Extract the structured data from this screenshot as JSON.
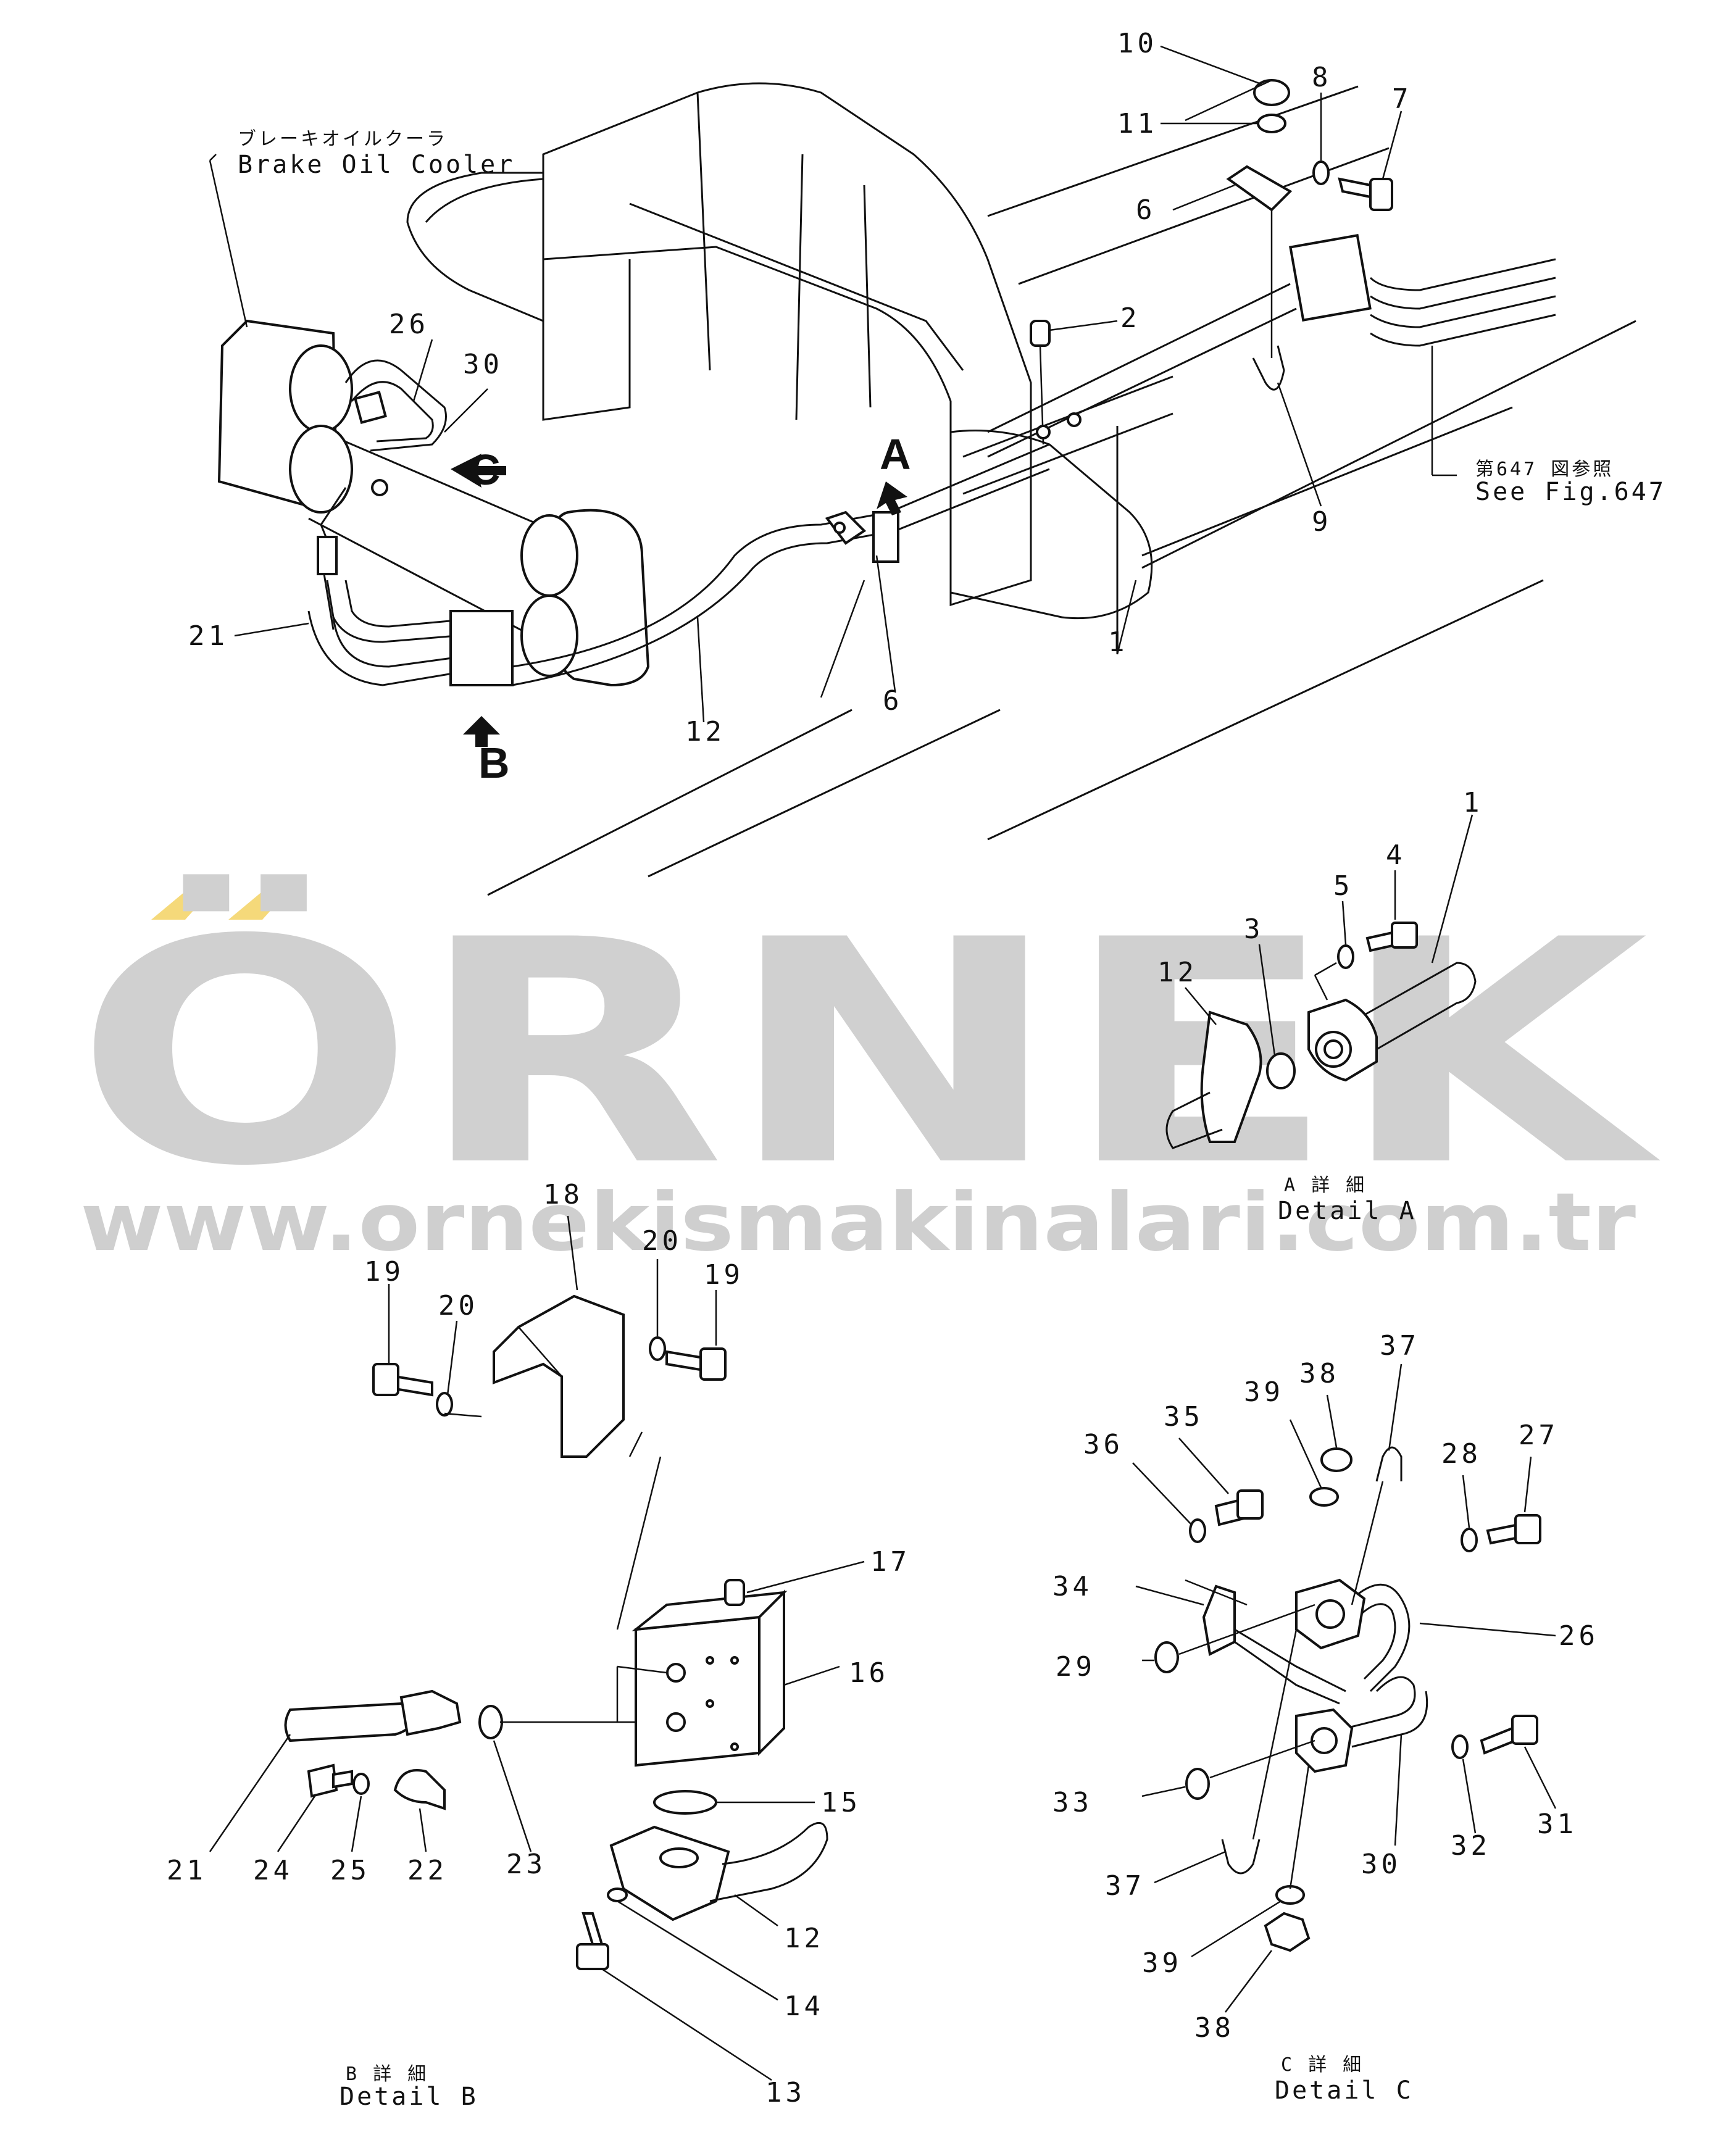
{
  "header": {
    "cooler_jp": "ブレーキオイルクーラ",
    "cooler_en": "Brake Oil Cooler",
    "see_jp": "第647 図参照",
    "see_en": "See Fig.647"
  },
  "views": {
    "A": "A",
    "B": "B",
    "C": "C"
  },
  "details": {
    "a_jp": "A 詳 細",
    "a_en": "Detail  A",
    "b_jp": "B 詳 細",
    "b_en": "Detail  B",
    "c_jp": "C 詳 細",
    "c_en": "Detail  C"
  },
  "callouts": {
    "main": [
      "10",
      "11",
      "8",
      "7",
      "6",
      "2",
      "9",
      "26",
      "30",
      "21",
      "12",
      "6",
      "1"
    ],
    "detail_a": [
      "12",
      "3",
      "5",
      "4",
      "1"
    ],
    "detail_b": [
      "18",
      "19",
      "20",
      "20",
      "19",
      "17",
      "16",
      "15",
      "21",
      "24",
      "25",
      "22",
      "23",
      "12",
      "14",
      "13"
    ],
    "detail_c": [
      "36",
      "35",
      "39",
      "38",
      "37",
      "28",
      "27",
      "34",
      "26",
      "29",
      "33",
      "30",
      "31",
      "32",
      "37",
      "39",
      "38"
    ]
  },
  "watermark": {
    "brand": "ÖRNEK",
    "url": "www.ornekismakinalari.com.tr",
    "accent_color": "#f5d97a",
    "text_color": "#d0d0d0"
  }
}
